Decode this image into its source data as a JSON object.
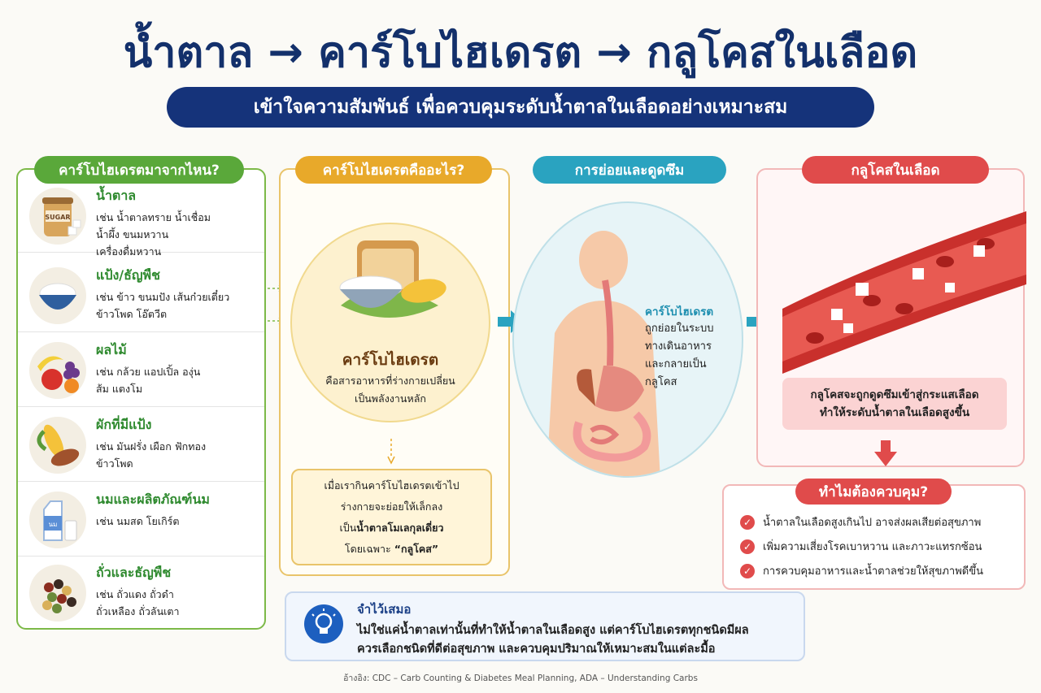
{
  "header": {
    "title": "น้ำตาล → คาร์โบไฮเดรต → กลูโคสในเลือด",
    "subtitle": "เข้าใจความสัมพันธ์ เพื่อควบคุมระดับน้ำตาลในเลือดอย่างเหมาะสม"
  },
  "sources": {
    "heading": "คาร์โบไฮเดรตมาจากไหน?",
    "items": [
      {
        "name": "น้ำตาล",
        "line1": "เช่น น้ำตาลทราย น้ำเชื่อม",
        "line2": "น้ำผึ้ง ขนมหวาน",
        "line3": "เครื่องดื่มหวาน",
        "icon": "sugar-jar-icon",
        "icon_text": "SUGAR"
      },
      {
        "name": "แป้ง/ธัญพืช",
        "line1": "เช่น ข้าว ขนมปัง เส้นก๋วยเตี๋ยว",
        "line2": "ข้าวโพด โอ๊ตวีต",
        "line3": "",
        "icon": "rice-bowl-icon"
      },
      {
        "name": "ผลไม้",
        "line1": "เช่น กล้วย แอปเปิ้ล องุ่น",
        "line2": "ส้ม แตงโม",
        "line3": "",
        "icon": "fruit-icon"
      },
      {
        "name": "ผักที่มีแป้ง",
        "line1": "เช่น มันฝรั่ง เผือก ฟักทอง",
        "line2": "ข้าวโพด",
        "line3": "",
        "icon": "starchy-veg-icon"
      },
      {
        "name": "นมและผลิตภัณฑ์นม",
        "line1": "เช่น นมสด โยเกิร์ต",
        "line2": "",
        "line3": "",
        "icon": "milk-icon",
        "icon_text": "นม"
      },
      {
        "name": "ถั่วและธัญพืช",
        "line1": "เช่น ถั่วแดง ถั่วดำ",
        "line2": "ถั่วเหลือง ถั่วลันเตา",
        "line3": "",
        "icon": "beans-icon"
      }
    ]
  },
  "what": {
    "heading": "คาร์โบไฮเดรตคืออะไร?",
    "title": "คาร์โบไฮเดรต",
    "desc1": "คือสารอาหารที่ร่างกายเปลี่ยน",
    "desc2": "เป็นพลังงานหลัก",
    "when_line1": "เมื่อเรากินคาร์โบไฮเดรตเข้าไป",
    "when_line2": "ร่างกายจะย่อยให้เล็กลง",
    "when_line3_pre": "เป็น",
    "when_line3_bold": "น้ำตาลโมเลกุลเดี่ยว",
    "when_line4_pre": "โดยเฉพาะ ",
    "when_line4_bold": "“กลูโคส”"
  },
  "digest": {
    "heading": "การย่อยและดูดซึม",
    "title": "คาร์โบไฮเดรต",
    "line1": "ถูกย่อยในระบบ",
    "line2": "ทางเดินอาหาร",
    "line3": "และกลายเป็น",
    "line4": "กลูโคส"
  },
  "blood": {
    "heading": "กลูโคสในเลือด",
    "line1": "กลูโคสจะถูกดูดซึมเข้าสู่กระแสเลือด",
    "line2": "ทำให้ระดับน้ำตาลในเลือดสูงขึ้น"
  },
  "why": {
    "heading": "ทำไมต้องควบคุม?",
    "items": [
      "น้ำตาลในเลือดสูงเกินไป อาจส่งผลเสียต่อสุขภาพ",
      "เพิ่มความเสี่ยงโรคเบาหวาน และภาวะแทรกซ้อน",
      "การควบคุมอาหารและน้ำตาลช่วยให้สุขภาพดีขึ้น"
    ]
  },
  "remember": {
    "title": "จำไว้เสมอ",
    "line1": "ไม่ใช่แค่น้ำตาลเท่านั้นที่ทำให้น้ำตาลในเลือดสูง แต่คาร์โบไฮเดรตทุกชนิดมีผล",
    "line2": "ควรเลือกชนิดที่ดีต่อสุขภาพ และควบคุมปริมาณให้เหมาะสมในแต่ละมื้อ"
  },
  "reference": "อ้างอิง: CDC – Carb Counting & Diabetes Meal Planning, ADA – Understanding Carbs",
  "colors": {
    "navy": "#13306b",
    "green": "#5aa83a",
    "gold": "#e8a92a",
    "teal": "#2aa3c0",
    "red": "#e04b4b"
  }
}
